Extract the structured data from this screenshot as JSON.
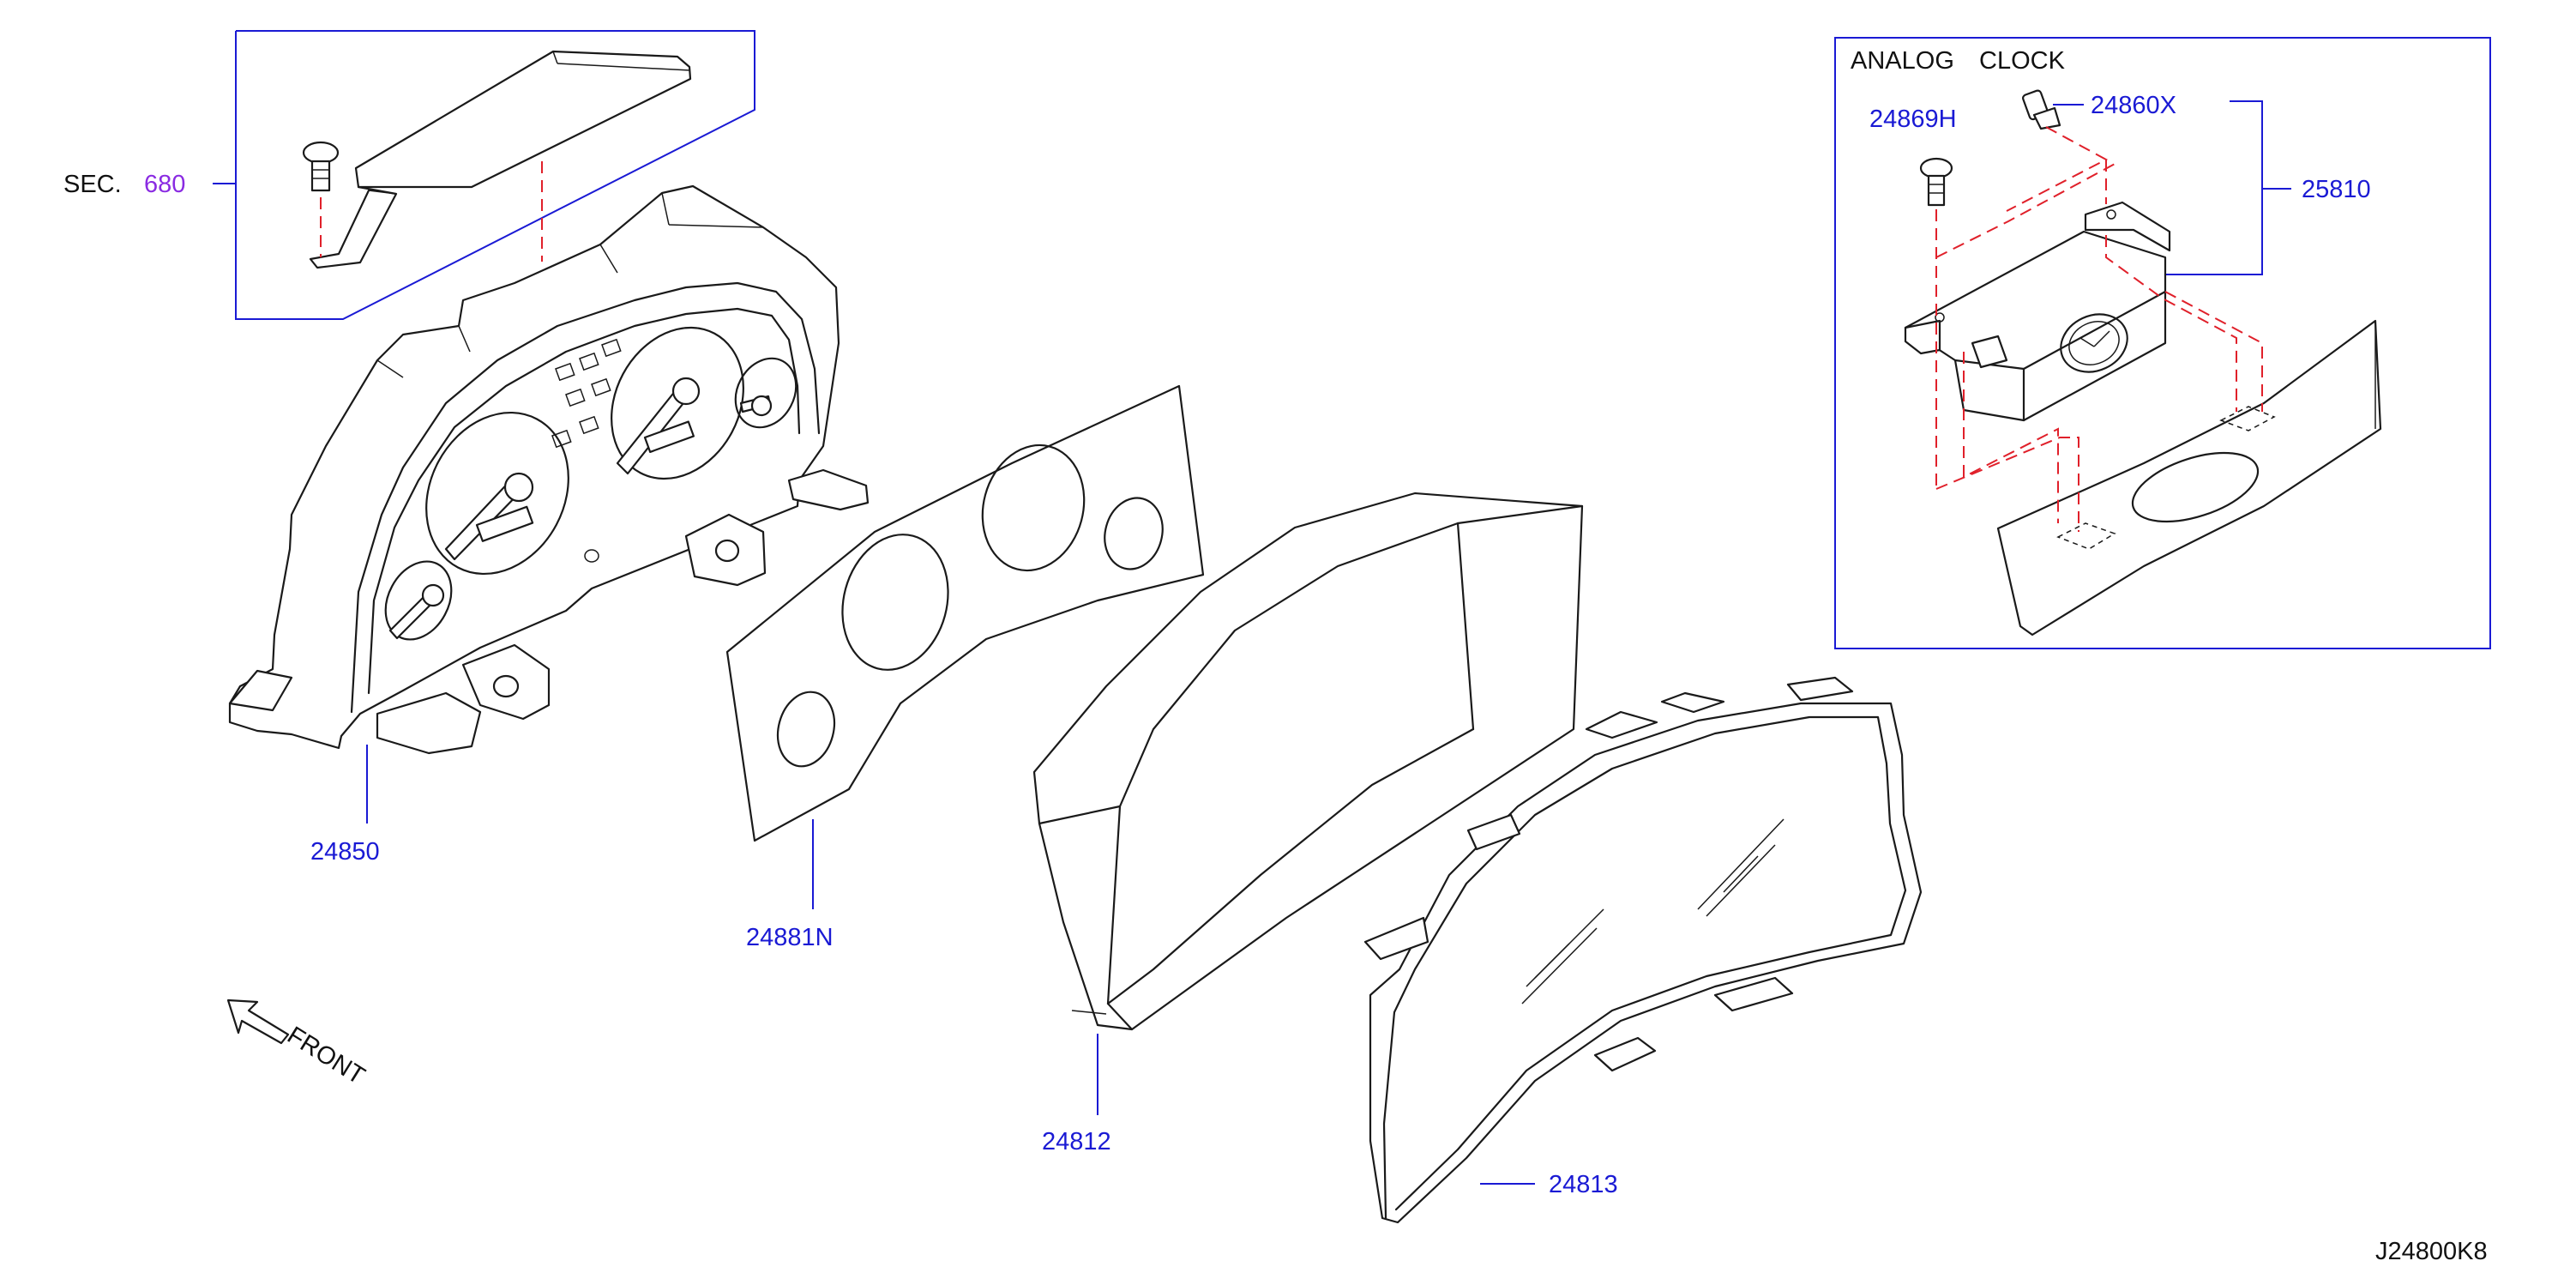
{
  "diagram_code": "J24800K8",
  "section_ref": {
    "prefix": "SEC.",
    "number": "680"
  },
  "inset": {
    "title_word_1": "ANALOG",
    "title_word_2": "CLOCK"
  },
  "direction_label": "FRONT",
  "parts": {
    "p24850": "24850",
    "p24881N": "24881N",
    "p24812": "24812",
    "p24813": "24813",
    "p24869H": "24869H",
    "p24860X": "24860X",
    "p25810": "25810"
  },
  "colors": {
    "part_label": "#1a1ad4",
    "section_number": "#8a2be2",
    "dashed_guide": "#e0202a",
    "line_art": "#1a1a1a"
  }
}
